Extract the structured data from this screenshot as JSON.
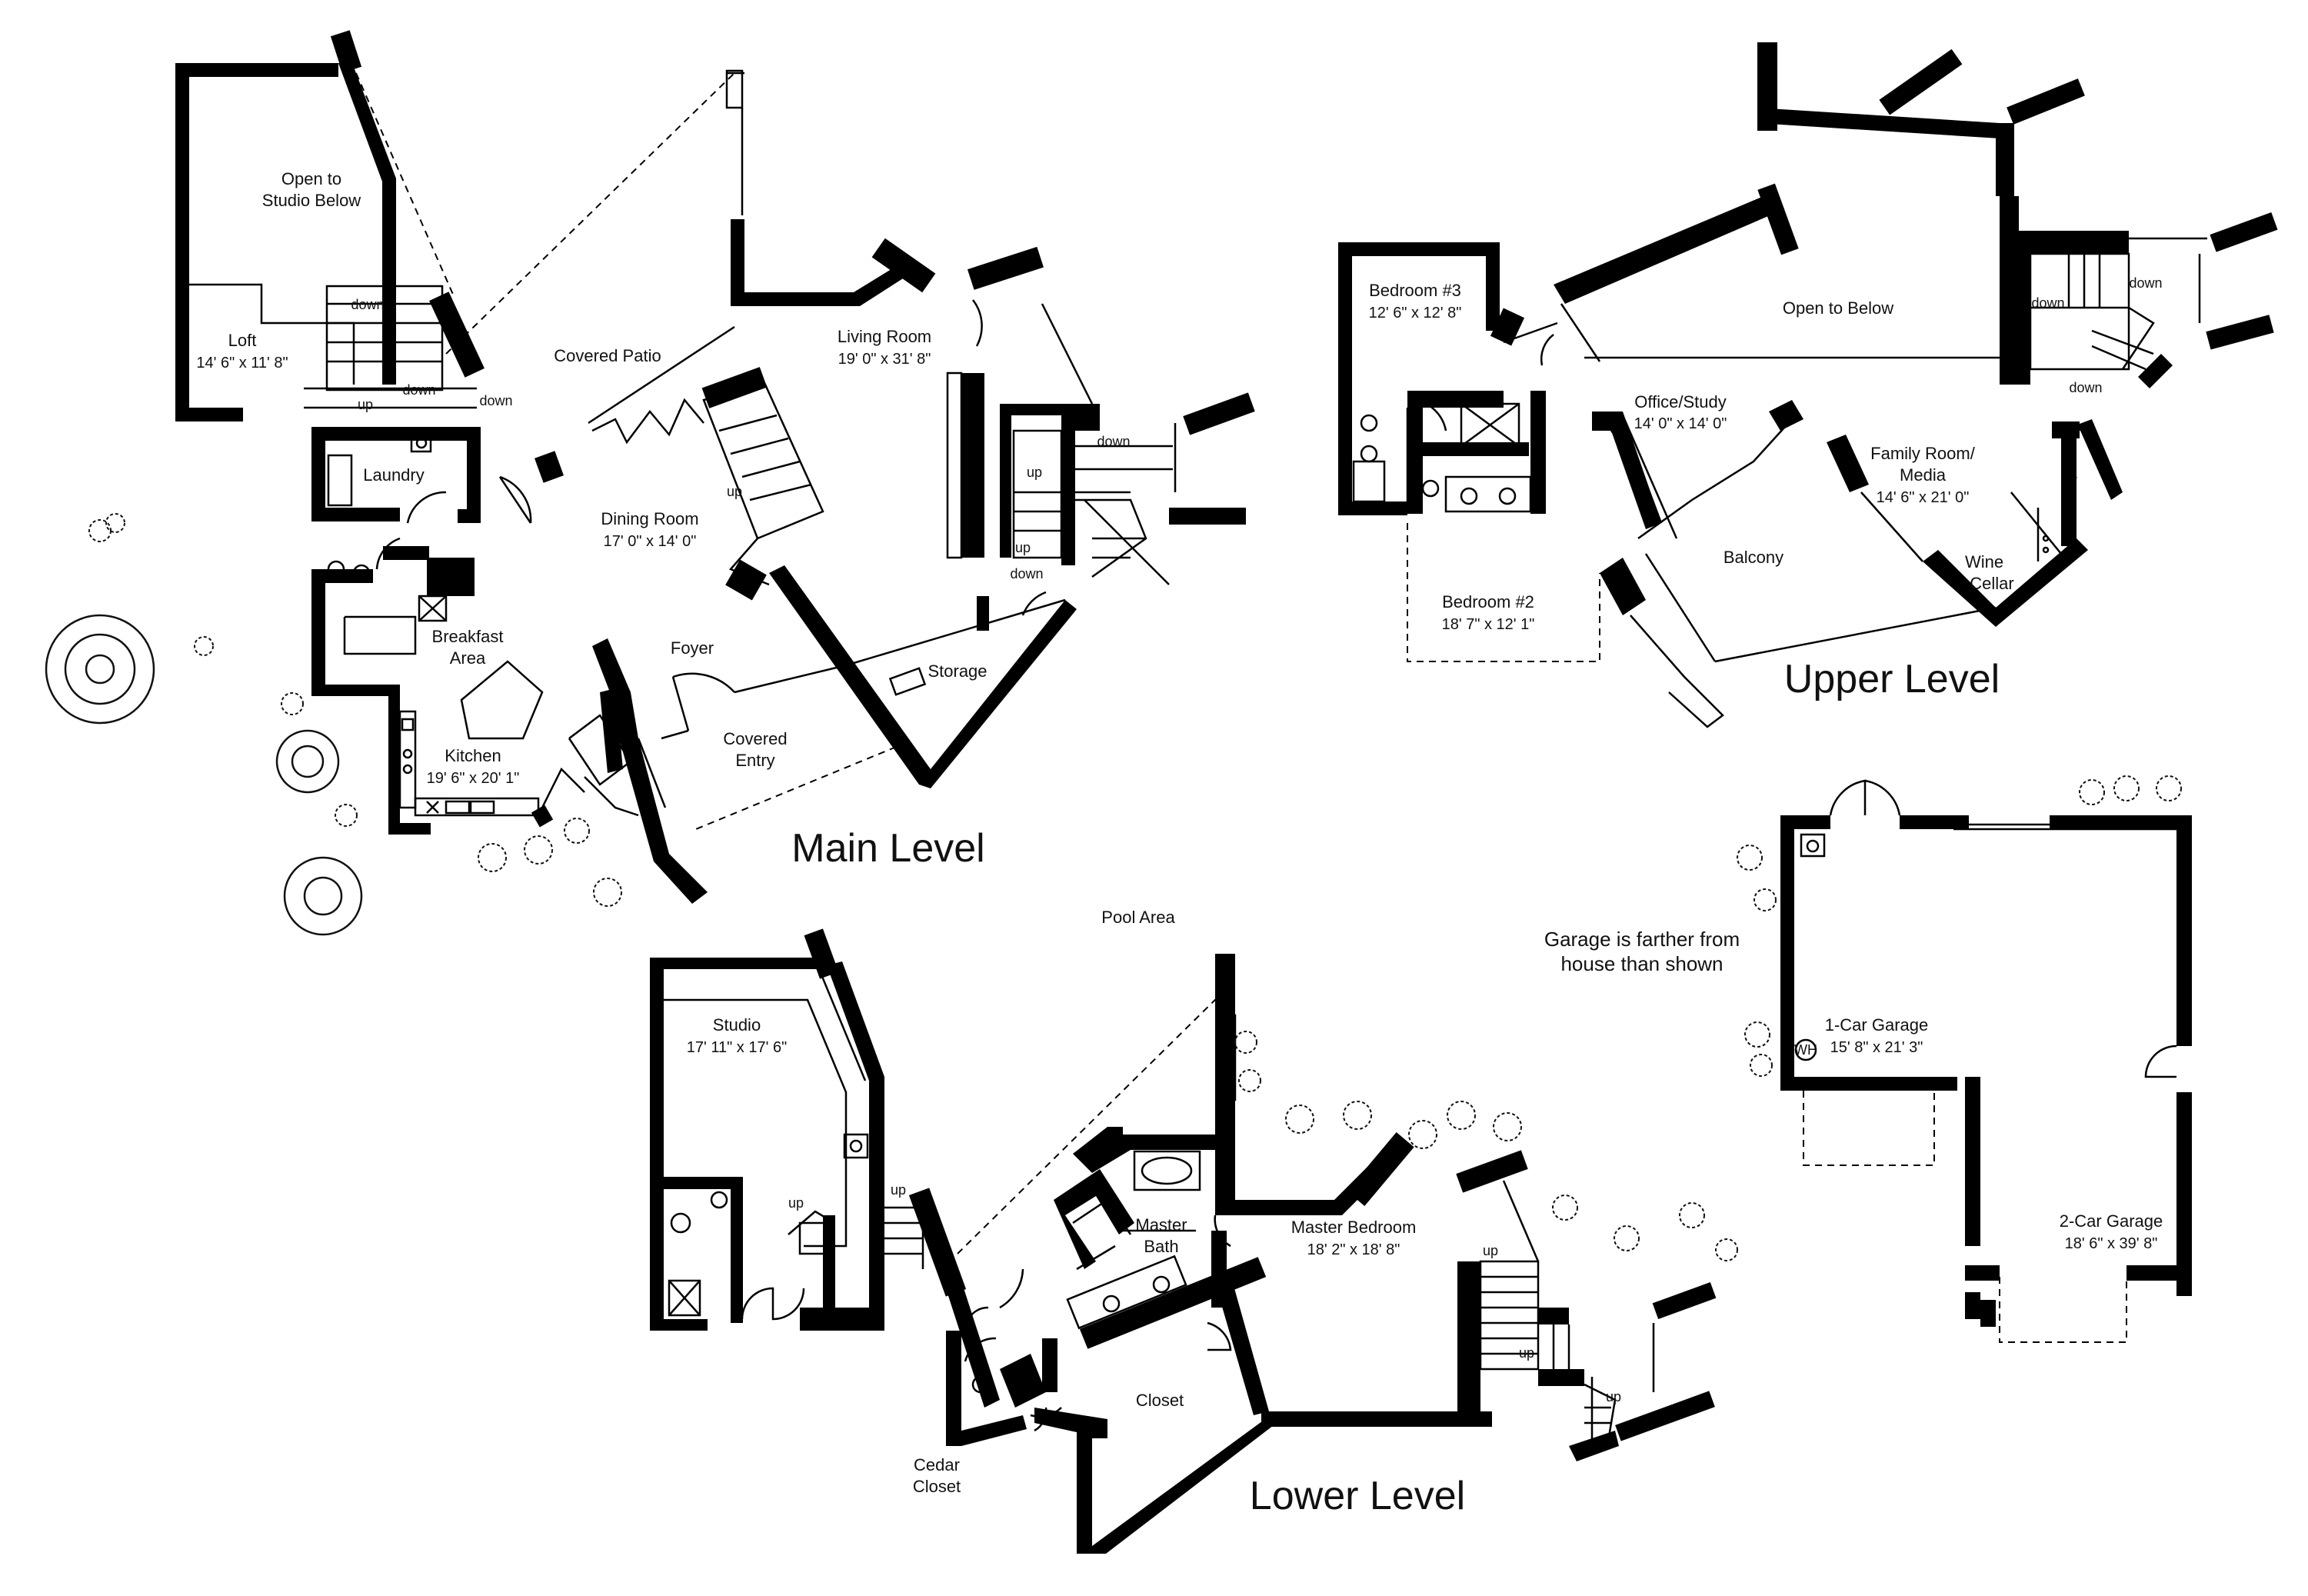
{
  "levels": {
    "main": "Main Level",
    "upper": "Upper Level",
    "lower": "Lower Level"
  },
  "main": {
    "open_to_studio": [
      "Open to",
      "Studio Below"
    ],
    "loft": {
      "name": "Loft",
      "dims": "14' 6\" x 11' 8\""
    },
    "covered_patio": "Covered Patio",
    "living_room": {
      "name": "Living Room",
      "dims": "19' 0\" x 31' 8\""
    },
    "laundry": "Laundry",
    "dining_room": {
      "name": "Dining Room",
      "dims": "17' 0\" x 14' 0\""
    },
    "breakfast_area": [
      "Breakfast",
      "Area"
    ],
    "kitchen": {
      "name": "Kitchen",
      "dims": "19' 6\" x 20' 1\""
    },
    "foyer": "Foyer",
    "covered_entry": [
      "Covered",
      "Entry"
    ],
    "storage": "Storage"
  },
  "upper": {
    "bedroom3": {
      "name": "Bedroom #3",
      "dims": "12' 6\" x 12' 8\""
    },
    "open_to_below": "Open to Below",
    "office": {
      "name": "Office/Study",
      "dims": "14' 0\" x 14' 0\""
    },
    "family_room": {
      "name": [
        "Family Room/",
        "Media"
      ],
      "dims": "14' 6\" x 21' 0\""
    },
    "balcony": "Balcony",
    "bedroom2": {
      "name": "Bedroom #2",
      "dims": "18' 7\" x 12' 1\""
    },
    "wine_cellar": [
      "Wine",
      "Cellar"
    ]
  },
  "lower": {
    "pool_area": "Pool Area",
    "studio": {
      "name": "Studio",
      "dims": "17' 11\" x 17' 6\""
    },
    "master_bath": [
      "Master",
      "Bath"
    ],
    "master_bedroom": {
      "name": "Master Bedroom",
      "dims": "18' 2\" x 18' 8\""
    },
    "closet": "Closet",
    "cedar_closet": [
      "Cedar",
      "Closet"
    ]
  },
  "garage": {
    "note": [
      "Garage is farther from",
      "house than shown"
    ],
    "one_car": {
      "name": "1-Car Garage",
      "dims": "15' 8\" x 21' 3\""
    },
    "two_car": {
      "name": "2-Car Garage",
      "dims": "18' 6\" x 39' 8\""
    },
    "wh": "WH"
  },
  "stairs": {
    "up": "up",
    "down": "down"
  }
}
